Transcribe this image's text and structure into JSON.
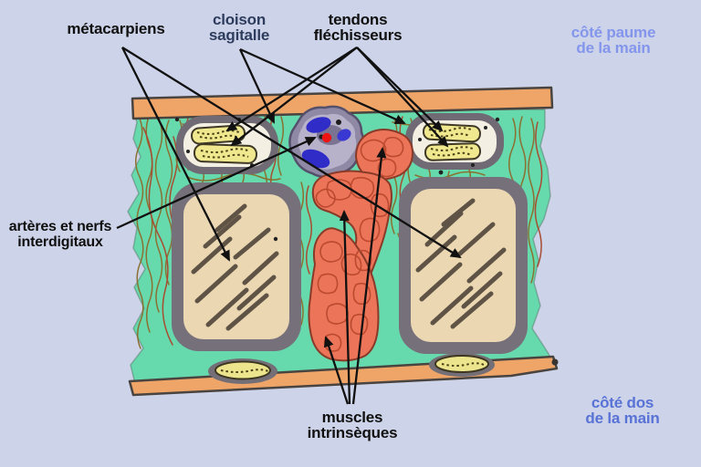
{
  "figure": "cross-section of the hand at metacarpal level (anatomical diagram)",
  "labels": {
    "metacarpiens": "métacarpiens",
    "cloison_sagittale": [
      "cloison",
      "sagitalle"
    ],
    "tendons_flechisseurs": [
      "tendons",
      "fléchisseurs"
    ],
    "cote_paume": [
      "côté paume",
      "de la main"
    ],
    "arteres_nerfs": [
      "artères et nerfs",
      "interdigitaux"
    ],
    "muscles_intrinseques": [
      "muscles",
      "intrinsèques"
    ],
    "cote_dos": [
      "côté dos",
      "de la main"
    ]
  },
  "arrows": [
    {
      "from": "métacarpiens",
      "to": "left metacarpal bone"
    },
    {
      "from": "métacarpiens",
      "to": "right metacarpal bone"
    },
    {
      "from": "cloison sagitalle",
      "to": "left sagittal septum"
    },
    {
      "from": "cloison sagitalle",
      "to": "right sagittal septum"
    },
    {
      "from": "tendons fléchisseurs",
      "to": "left flexor tendon pair"
    },
    {
      "from": "tendons fléchisseurs",
      "to": "right flexor tendon pair"
    },
    {
      "from": "artères et nerfs interdigitaux",
      "to": "neurovascular bundle (red artery dot)"
    },
    {
      "from": "muscles intrinsèques",
      "to": "intrinsic muscle masses (3 arrows)"
    }
  ],
  "colors": {
    "background": "#cdd3e9",
    "skin_band": "#efa568",
    "fascia_teal": "#66d9ad",
    "bone_ring_gray": "#76707a",
    "bone_fill": "#ebd7b2",
    "tendon_sheath_ring": "#6f6a73",
    "tendon_sheath_fill": "#f3efe3",
    "tendon_yellow": "#f0e88e",
    "muscle_red": "#ec7458",
    "muscle_crackle": "#bc4a30",
    "nerve_web_olive": "#8a7132",
    "vessel_red_brown": "#a84c32",
    "bundle_outer": "#8f89a6",
    "bundle_inner": "#b7b2c9",
    "vein_blue": "#2f2cc8",
    "artery_red": "#ee1414",
    "label_black": "#101010",
    "label_navy": "#2e3d5e",
    "label_paume_blue": "#8496ec",
    "label_dos_blue": "#5872d6"
  }
}
